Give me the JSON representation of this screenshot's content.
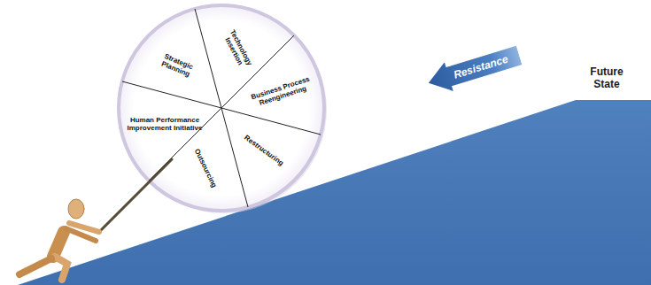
{
  "diagram": {
    "nodes": [
      {
        "text": [
          "Technology Insertion"
        ]
      },
      {
        "text": [
          "Strategic Planning"
        ]
      },
      {
        "text": [
          "Business Process Reengineering"
        ]
      },
      {
        "text": [
          "Human Performance Improvement Initiative"
        ]
      },
      {
        "text": [
          "Restructuring"
        ]
      },
      {
        "text": [
          "Outsourcing"
        ]
      },
      {
        "text": [
          "Resistance"
        ]
      }
    ],
    "labels": [
      "Future State"
    ]
  }
}
